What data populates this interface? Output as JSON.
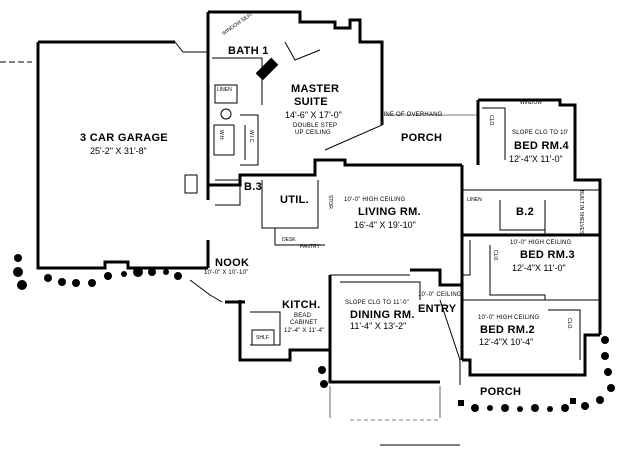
{
  "rooms": {
    "garage": {
      "name": "3 CAR GARAGE",
      "size": "25'-2\" X 31'-8\""
    },
    "bath1": {
      "name": "BATH 1"
    },
    "master": {
      "name_line1": "MASTER",
      "name_line2": "SUITE",
      "size": "14'-6\" X 17'-0\"",
      "ceiling_line1": "DOUBLE STEP",
      "ceiling_line2": "UP CEILING"
    },
    "porch_rear": {
      "name": "PORCH",
      "note": "LINE OF OVERHANG"
    },
    "b3": {
      "name": "B.3"
    },
    "util": {
      "name": "UTIL."
    },
    "living": {
      "ceiling": "10'-0\" HIGH CEILING",
      "name": "LIVING RM.",
      "size": "16'-4\" X 19'-10\""
    },
    "nook": {
      "name": "NOOK",
      "size": "10'-0\" X 10'-10\""
    },
    "kitchen": {
      "name": "KITCH.",
      "note_line1": "BEAD",
      "note_line2": "CABINET",
      "size": "12'-4\" X 11'-4\""
    },
    "dining": {
      "ceiling": "SLOPE CLG TO 11'-0\"",
      "name": "DINING RM.",
      "size": "11'-4\" X 13'-2\""
    },
    "entry": {
      "ceiling": "10'-0\" CEILING",
      "name": "ENTRY"
    },
    "bed4": {
      "ceiling": "SLOPE CLG TO 10'",
      "name": "BED RM.4",
      "size": "12'-4\"X 11'-0\""
    },
    "b2": {
      "name": "B.2"
    },
    "bed3": {
      "ceiling": "10'-0\" HIGH CEILING",
      "name": "BED RM.3",
      "size": "12'-4\"X 11'-0\""
    },
    "bed2": {
      "ceiling": "10'-0\" HIGH CEILING",
      "name": "BED RM.2",
      "size": "12'-4\"X 10'-4\""
    },
    "porch_front": {
      "name": "PORCH"
    }
  },
  "fixtures": {
    "linen": "LINEN",
    "linen_b2": "LINEN",
    "desk": "DESK",
    "pantry": "PANTRY",
    "wic": "W.I.C.",
    "shelf": "SHLF.",
    "water_heater": "W.H.",
    "storage": "STOR.",
    "bath_window": "WINDOW SEAT",
    "closet": "CLO.",
    "built_in": "BUILT IN SHELVES",
    "window": "WINDOW"
  }
}
